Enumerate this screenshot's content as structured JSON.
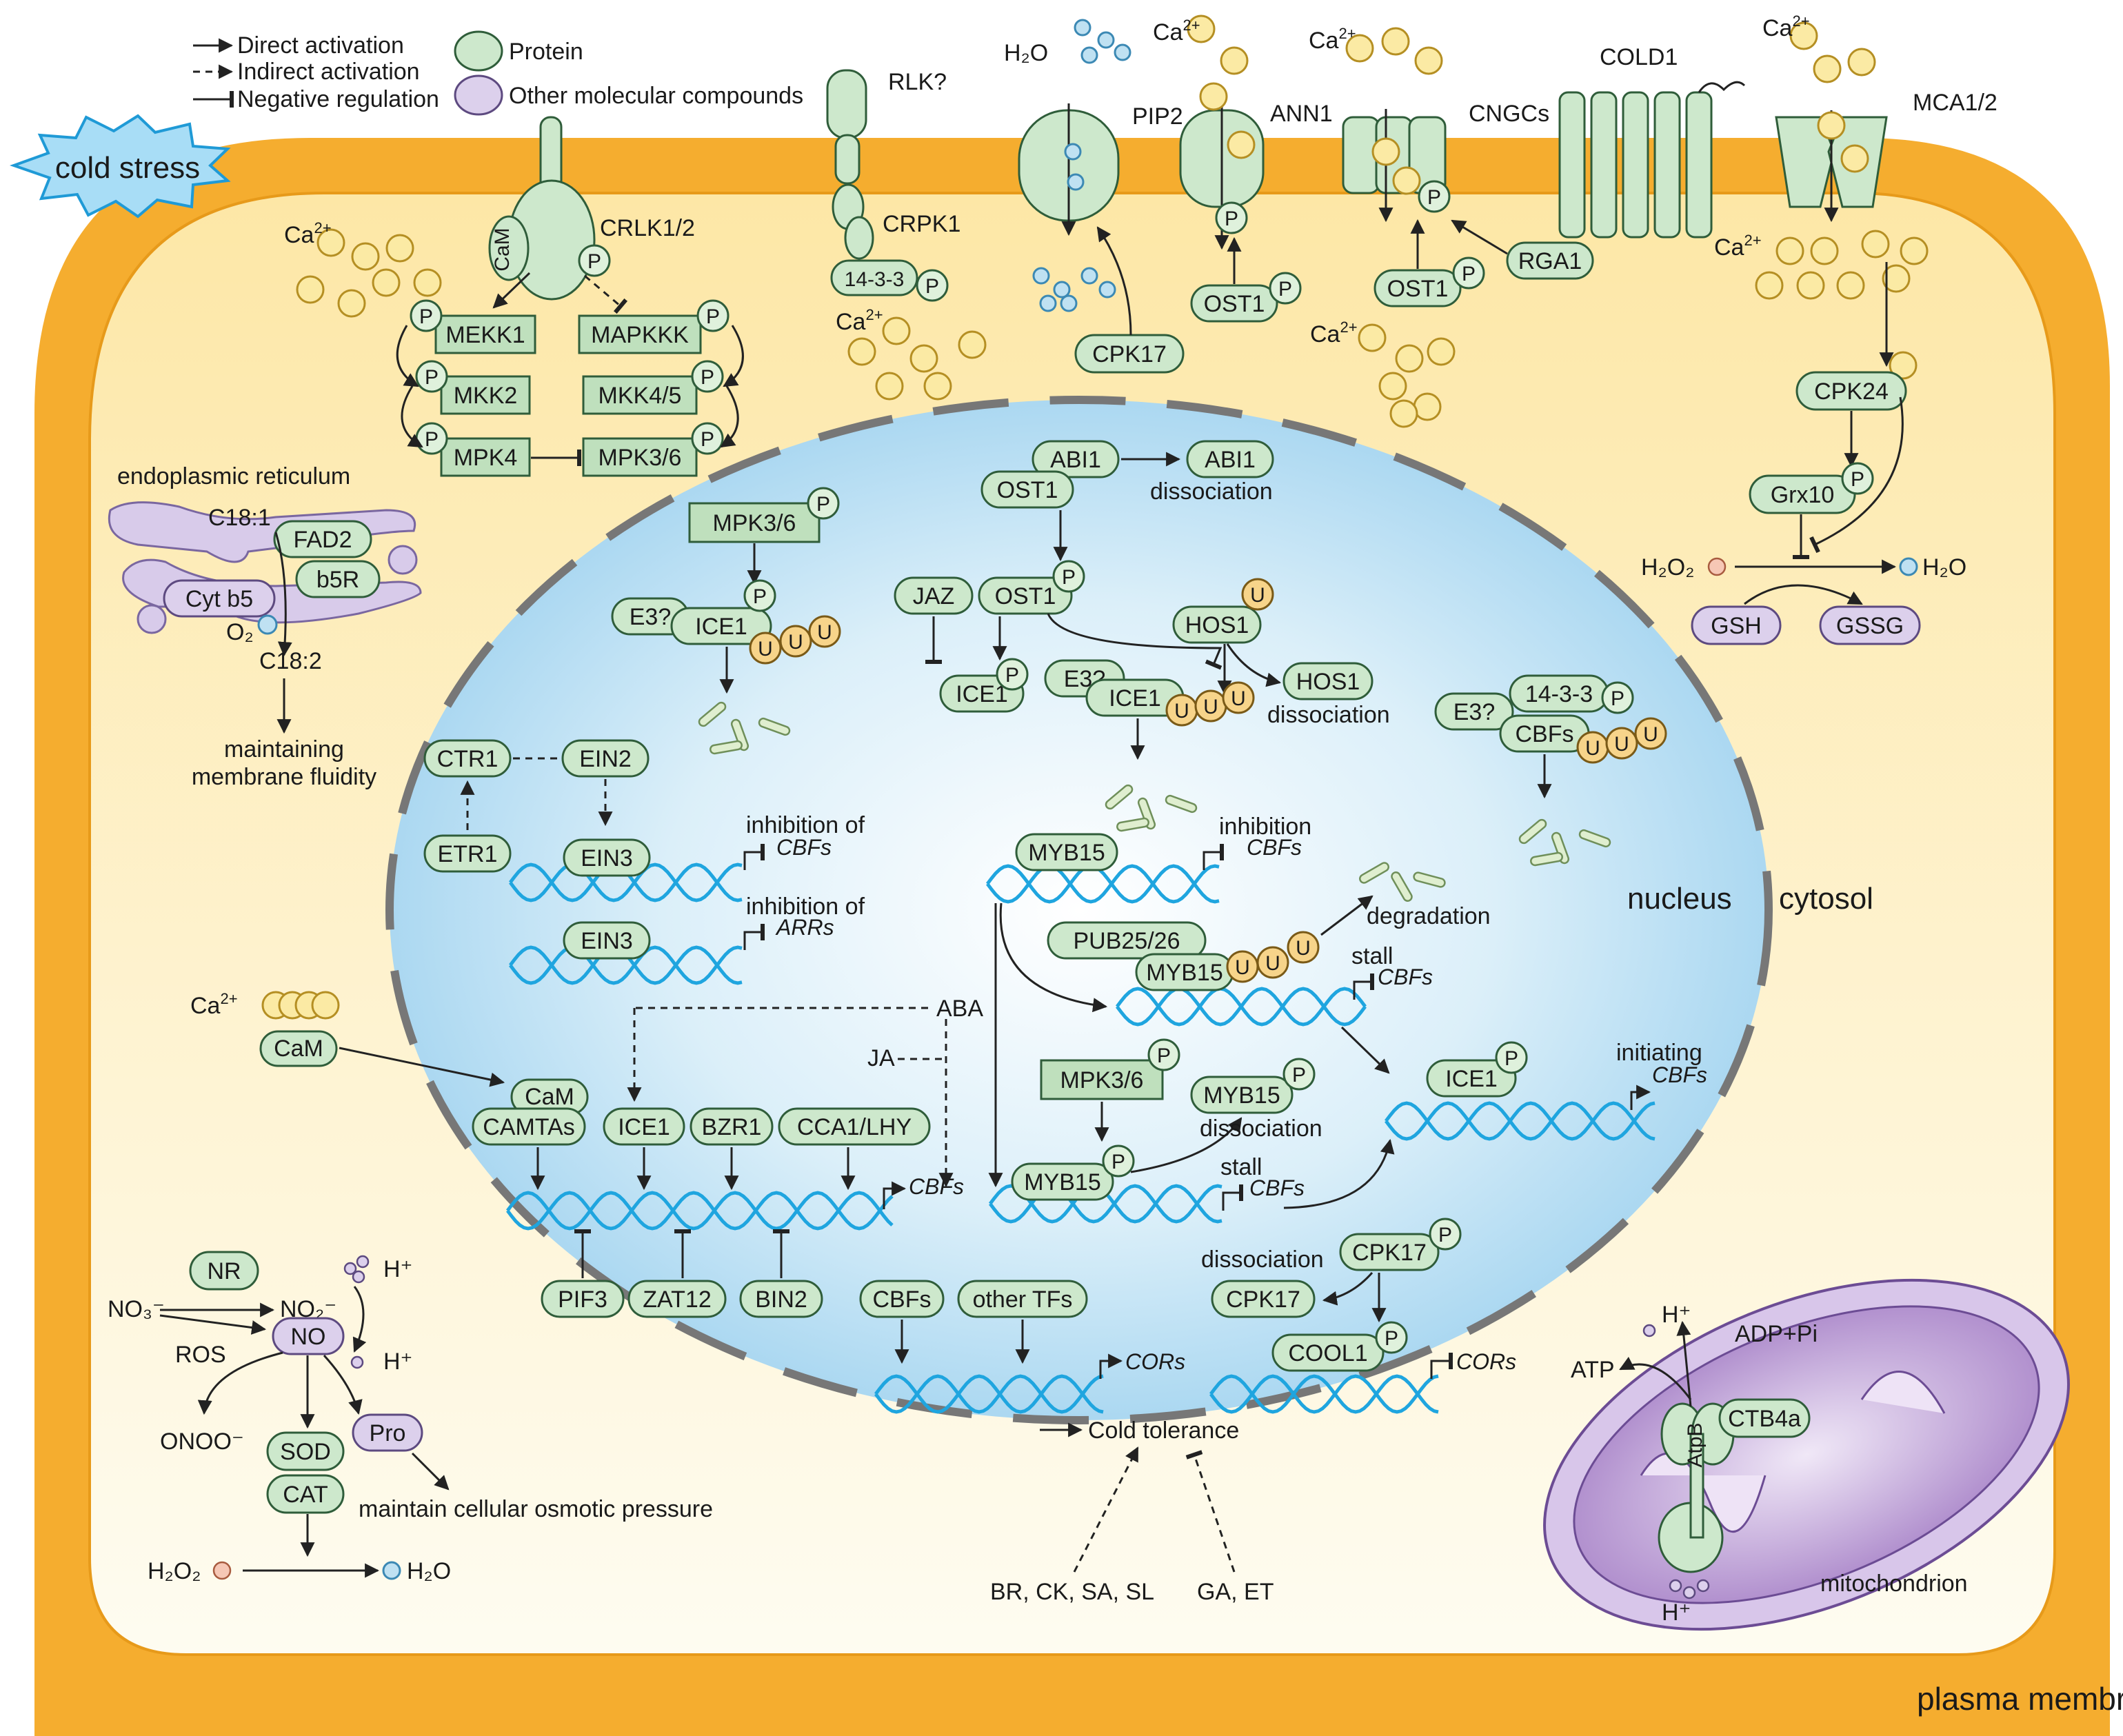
{
  "legend": {
    "direct": "Direct activation",
    "indirect": "Indirect activation",
    "negative": "Negative regulation",
    "protein": "Protein",
    "other": "Other molecular compounds"
  },
  "badge": "cold stress",
  "regions": {
    "plasma_membrane": "plasma membrane",
    "cytosol": "cytosol",
    "nucleus": "nucleus",
    "er": "endoplasmic reticulum",
    "mito": "mitochondrion"
  },
  "membrane": {
    "rlk": "RLK?",
    "crpk1": "CRPK1",
    "pip2": "PIP2",
    "ann1": "ANN1",
    "cngcs": "CNGCs",
    "cold1": "COLD1",
    "mca": "MCA1/2",
    "crlk": "CRLK1/2",
    "cam": "CaM",
    "rga1": "RGA1",
    "h2o": "H₂O",
    "ca": "Ca"
  },
  "cytosol_labels": {
    "mekk1": "MEKK1",
    "mkk2": "MKK2",
    "mpk4": "MPK4",
    "mapkkk": "MAPKKK",
    "mkk45": "MKK4/5",
    "mpk36": "MPK3/6",
    "p": "P",
    "u": "U",
    "p1433": "14-3-3",
    "cpk17": "CPK17",
    "ost1": "OST1",
    "cpk24": "CPK24",
    "grx10": "Grx10",
    "h2o2": "H₂O₂",
    "gsh": "GSH",
    "gssg": "GSSG",
    "c181": "C18:1",
    "c182": "C18:2",
    "o2": "O₂",
    "fad2": "FAD2",
    "b5r": "b5R",
    "cytb5": "Cyt b5",
    "fluid1": "maintaining",
    "fluid2": "membrane fluidity",
    "nr": "NR",
    "no3": "NO₃⁻",
    "no2": "NO₂⁻",
    "no": "NO",
    "hplus": "H⁺",
    "ros": "ROS",
    "onoo": "ONOO⁻",
    "sod": "SOD",
    "cat": "CAT",
    "pro": "Pro",
    "osmo": "maintain cellular osmotic pressure",
    "atp": "ATP",
    "adp": "ADP+Pi",
    "atpb": "AtpB",
    "ctb4a": "CTB4a"
  },
  "nucleus_labels": {
    "abi1": "ABI1",
    "dissoc": "dissociation",
    "ost1": "OST1",
    "jaz": "JAZ",
    "hos1": "HOS1",
    "ice1": "ICE1",
    "e3": "E3?",
    "cbfs": "CBFs",
    "p1433": "14-3-3",
    "mpk36": "MPK3/6",
    "ctr1": "CTR1",
    "ein2": "EIN2",
    "etr1": "ETR1",
    "ein3": "EIN3",
    "inh_of": "inhibition of",
    "inh": "inhibition",
    "cbfs_it": "CBFs",
    "arrs_it": "ARRs",
    "myb15": "MYB15",
    "pub": "PUB25/26",
    "degradation": "degradation",
    "stall": "stall",
    "initiating": "initiating",
    "aba": "ABA",
    "ja": "JA",
    "cam": "CaM",
    "camtas": "CAMTAs",
    "bzr1": "BZR1",
    "cca1": "CCA1/LHY",
    "pif3": "PIF3",
    "zat12": "ZAT12",
    "bin2": "BIN2",
    "other_tfs": "other TFs",
    "cors_it": "CORs",
    "cpk17": "CPK17",
    "cool1": "COOL1",
    "tolerance": "Cold tolerance",
    "positive_hormones": "BR, CK, SA, SL",
    "negative_hormones": "GA, ET"
  }
}
